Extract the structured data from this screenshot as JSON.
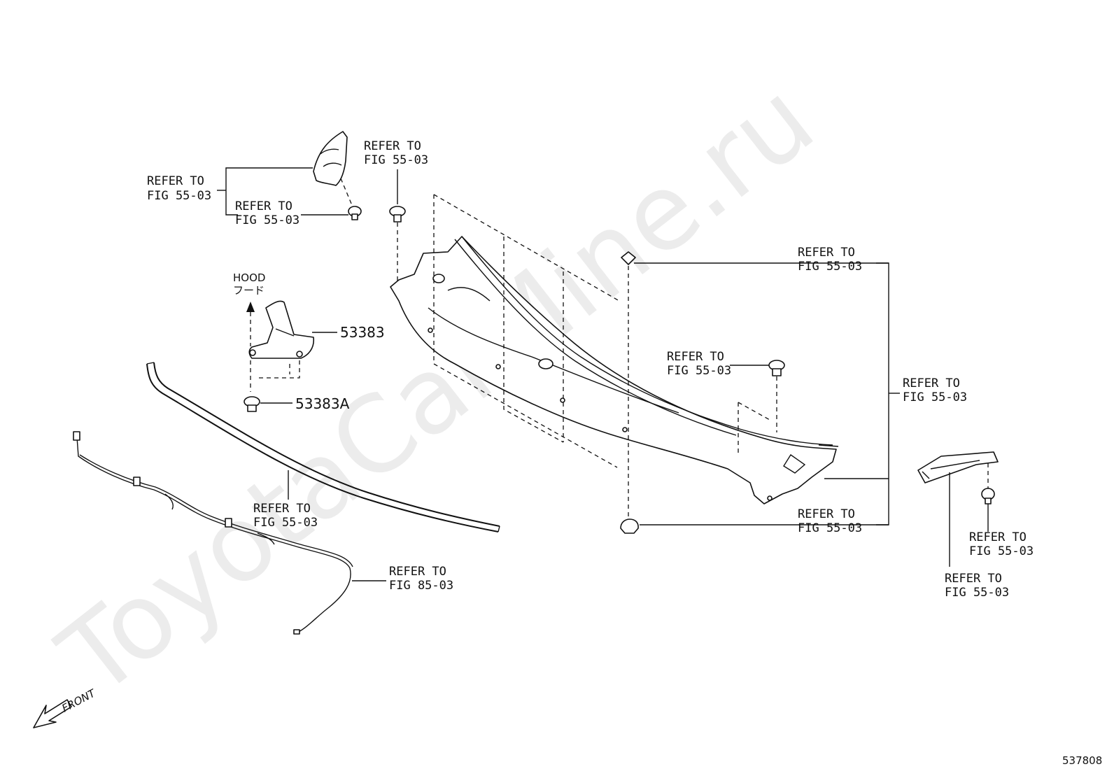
{
  "watermark": "ToyotaCarMine.ru",
  "figure_id": "537808",
  "front_label": "FRONT",
  "hood_label": "HOOD",
  "hood_label_jp": "フード",
  "parts": {
    "p53383": "53383",
    "p53383a": "53383A"
  },
  "refs": {
    "r1a": "REFER TO",
    "r1b": "FIG 55-03",
    "r2a": "REFER TO",
    "r2b": "FIG 55-03",
    "r3a": "REFER TO",
    "r3b": "FIG 55-03",
    "r4a": "REFER TO",
    "r4b": "FIG 55-03",
    "r5a": "REFER TO",
    "r5b": "FIG 55-03",
    "r6a": "REFER TO",
    "r6b": "FIG 55-03",
    "r7a": "REFER TO",
    "r7b": "FIG 55-03",
    "r8a": "REFER TO",
    "r8b": "FIG 85-03",
    "r9a": "REFER TO",
    "r9b": "FIG 55-03",
    "r10a": "REFER TO",
    "r10b": "FIG 55-03",
    "r11a": "REFER TO",
    "r11b": "FIG 55-03"
  }
}
